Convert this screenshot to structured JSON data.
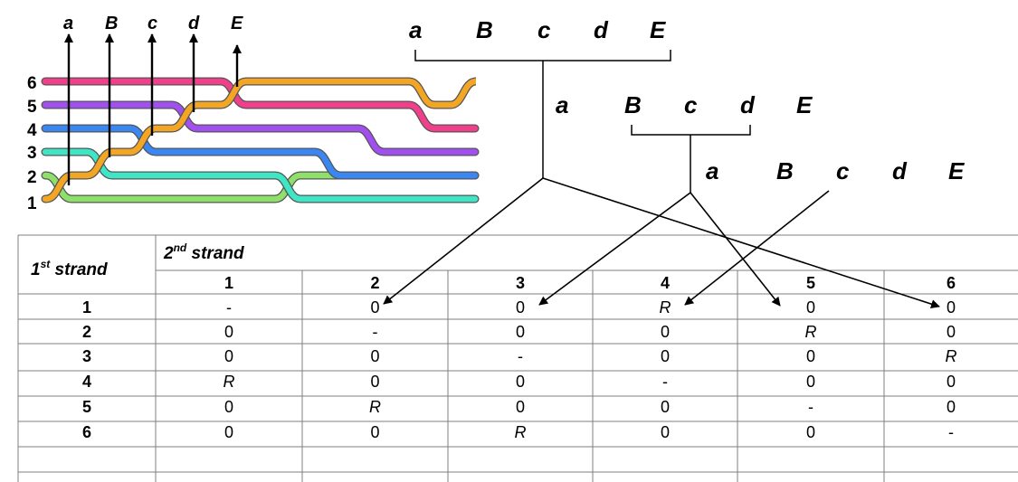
{
  "braid": {
    "top_labels": [
      "a",
      "B",
      "c",
      "d",
      "E"
    ],
    "strand_numbers": [
      "6",
      "5",
      "4",
      "3",
      "2",
      "1"
    ],
    "strand_colors": {
      "1": "#8fe06a",
      "2": "#3ee6c5",
      "3": "#3a86f2",
      "4": "#a24ff0",
      "5": "#f23f8c",
      "6": "#f3a524"
    }
  },
  "tree": {
    "level1": [
      "a",
      "B",
      "c",
      "d",
      "E"
    ],
    "level2": [
      "a",
      "B",
      "c",
      "d",
      "E"
    ],
    "level3": [
      "a",
      "B",
      "c",
      "d",
      "E"
    ]
  },
  "table": {
    "header_first": "1",
    "header_first_sup": "st",
    "header_first_rest": " strand",
    "header_second": "2",
    "header_second_sup": "nd",
    "header_second_rest": " strand",
    "columns": [
      "1",
      "2",
      "3",
      "4",
      "5",
      "6"
    ],
    "rows": [
      {
        "label": "1",
        "cells": [
          "-",
          "0",
          "0",
          "R",
          "0",
          "0"
        ]
      },
      {
        "label": "2",
        "cells": [
          "0",
          "-",
          "0",
          "0",
          "R",
          "0"
        ]
      },
      {
        "label": "3",
        "cells": [
          "0",
          "0",
          "-",
          "0",
          "0",
          "R"
        ]
      },
      {
        "label": "4",
        "cells": [
          "R",
          "0",
          "0",
          "-",
          "0",
          "0"
        ]
      },
      {
        "label": "5",
        "cells": [
          "0",
          "R",
          "0",
          "0",
          "-",
          "0"
        ]
      },
      {
        "label": "6",
        "cells": [
          "0",
          "0",
          "R",
          "0",
          "0",
          "-"
        ]
      }
    ]
  }
}
